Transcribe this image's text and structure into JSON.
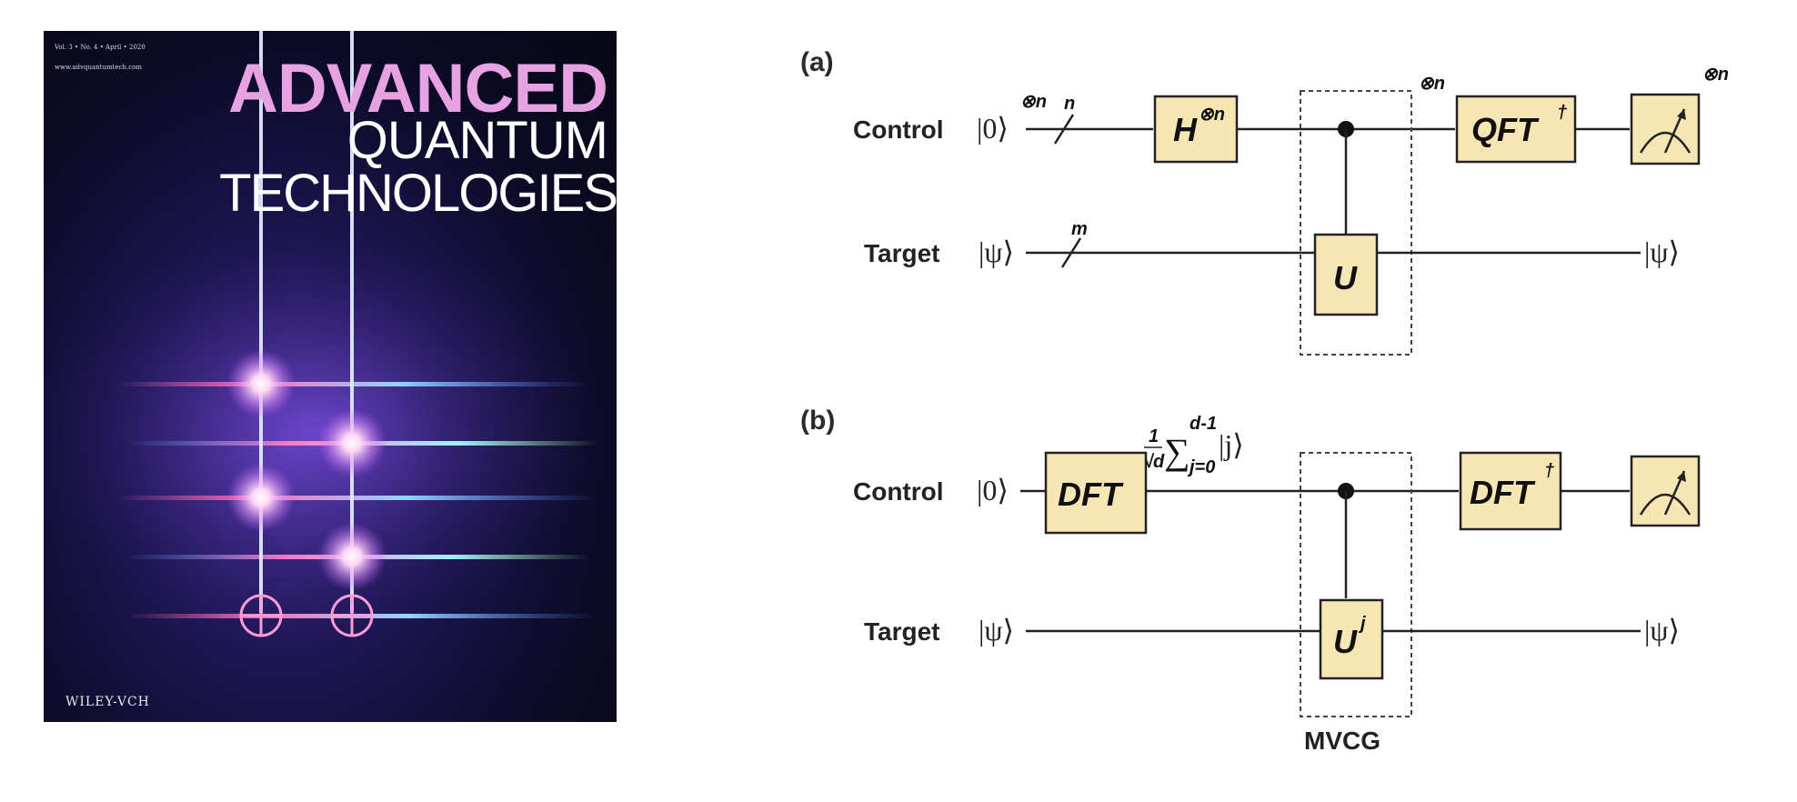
{
  "cover": {
    "meta_line1": "Vol. 3 • No. 4 • April • 2020",
    "meta_line2": "www.advquantumtech.com",
    "title_line1": "ADVANCED",
    "title_line2": "QUANTUM",
    "title_line3": "TECHNOLOGIES",
    "publisher": "WILEY-VCH",
    "colors": {
      "title_accent": "#e7a3e1",
      "background": "#0b0a24"
    }
  },
  "panel_a": {
    "label": "(a)",
    "control_label": "Control",
    "control_state": "|0⟩",
    "control_power": "⊗n",
    "control_bus": "n",
    "target_label": "Target",
    "target_state": "|ψ⟩",
    "target_bus": "m",
    "gate_h": "H",
    "gate_h_power": "⊗n",
    "gate_u": "U",
    "gate_qft": "QFT",
    "gate_qft_dagger": "†",
    "measure_power": "⊗n",
    "target_out": "|ψ⟩",
    "box_power": "⊗n"
  },
  "panel_b": {
    "label": "(b)",
    "control_label": "Control",
    "control_state": "|0⟩",
    "target_label": "Target",
    "target_state": "|ψ⟩",
    "gate_dft": "DFT",
    "gate_dft_dagger_base": "DFT",
    "gate_dft_dagger": "†",
    "gate_u": "U",
    "gate_u_power": "j",
    "superposition_num": "1",
    "superposition_den": "√d",
    "superposition_sum_upper": "d-1",
    "superposition_sum_lower": "j=0",
    "superposition_ket": "|j⟩",
    "target_out": "|ψ⟩",
    "box_label": "MVCG"
  },
  "colors": {
    "gate_fill": "#f6e6b4",
    "wire": "#222222"
  }
}
